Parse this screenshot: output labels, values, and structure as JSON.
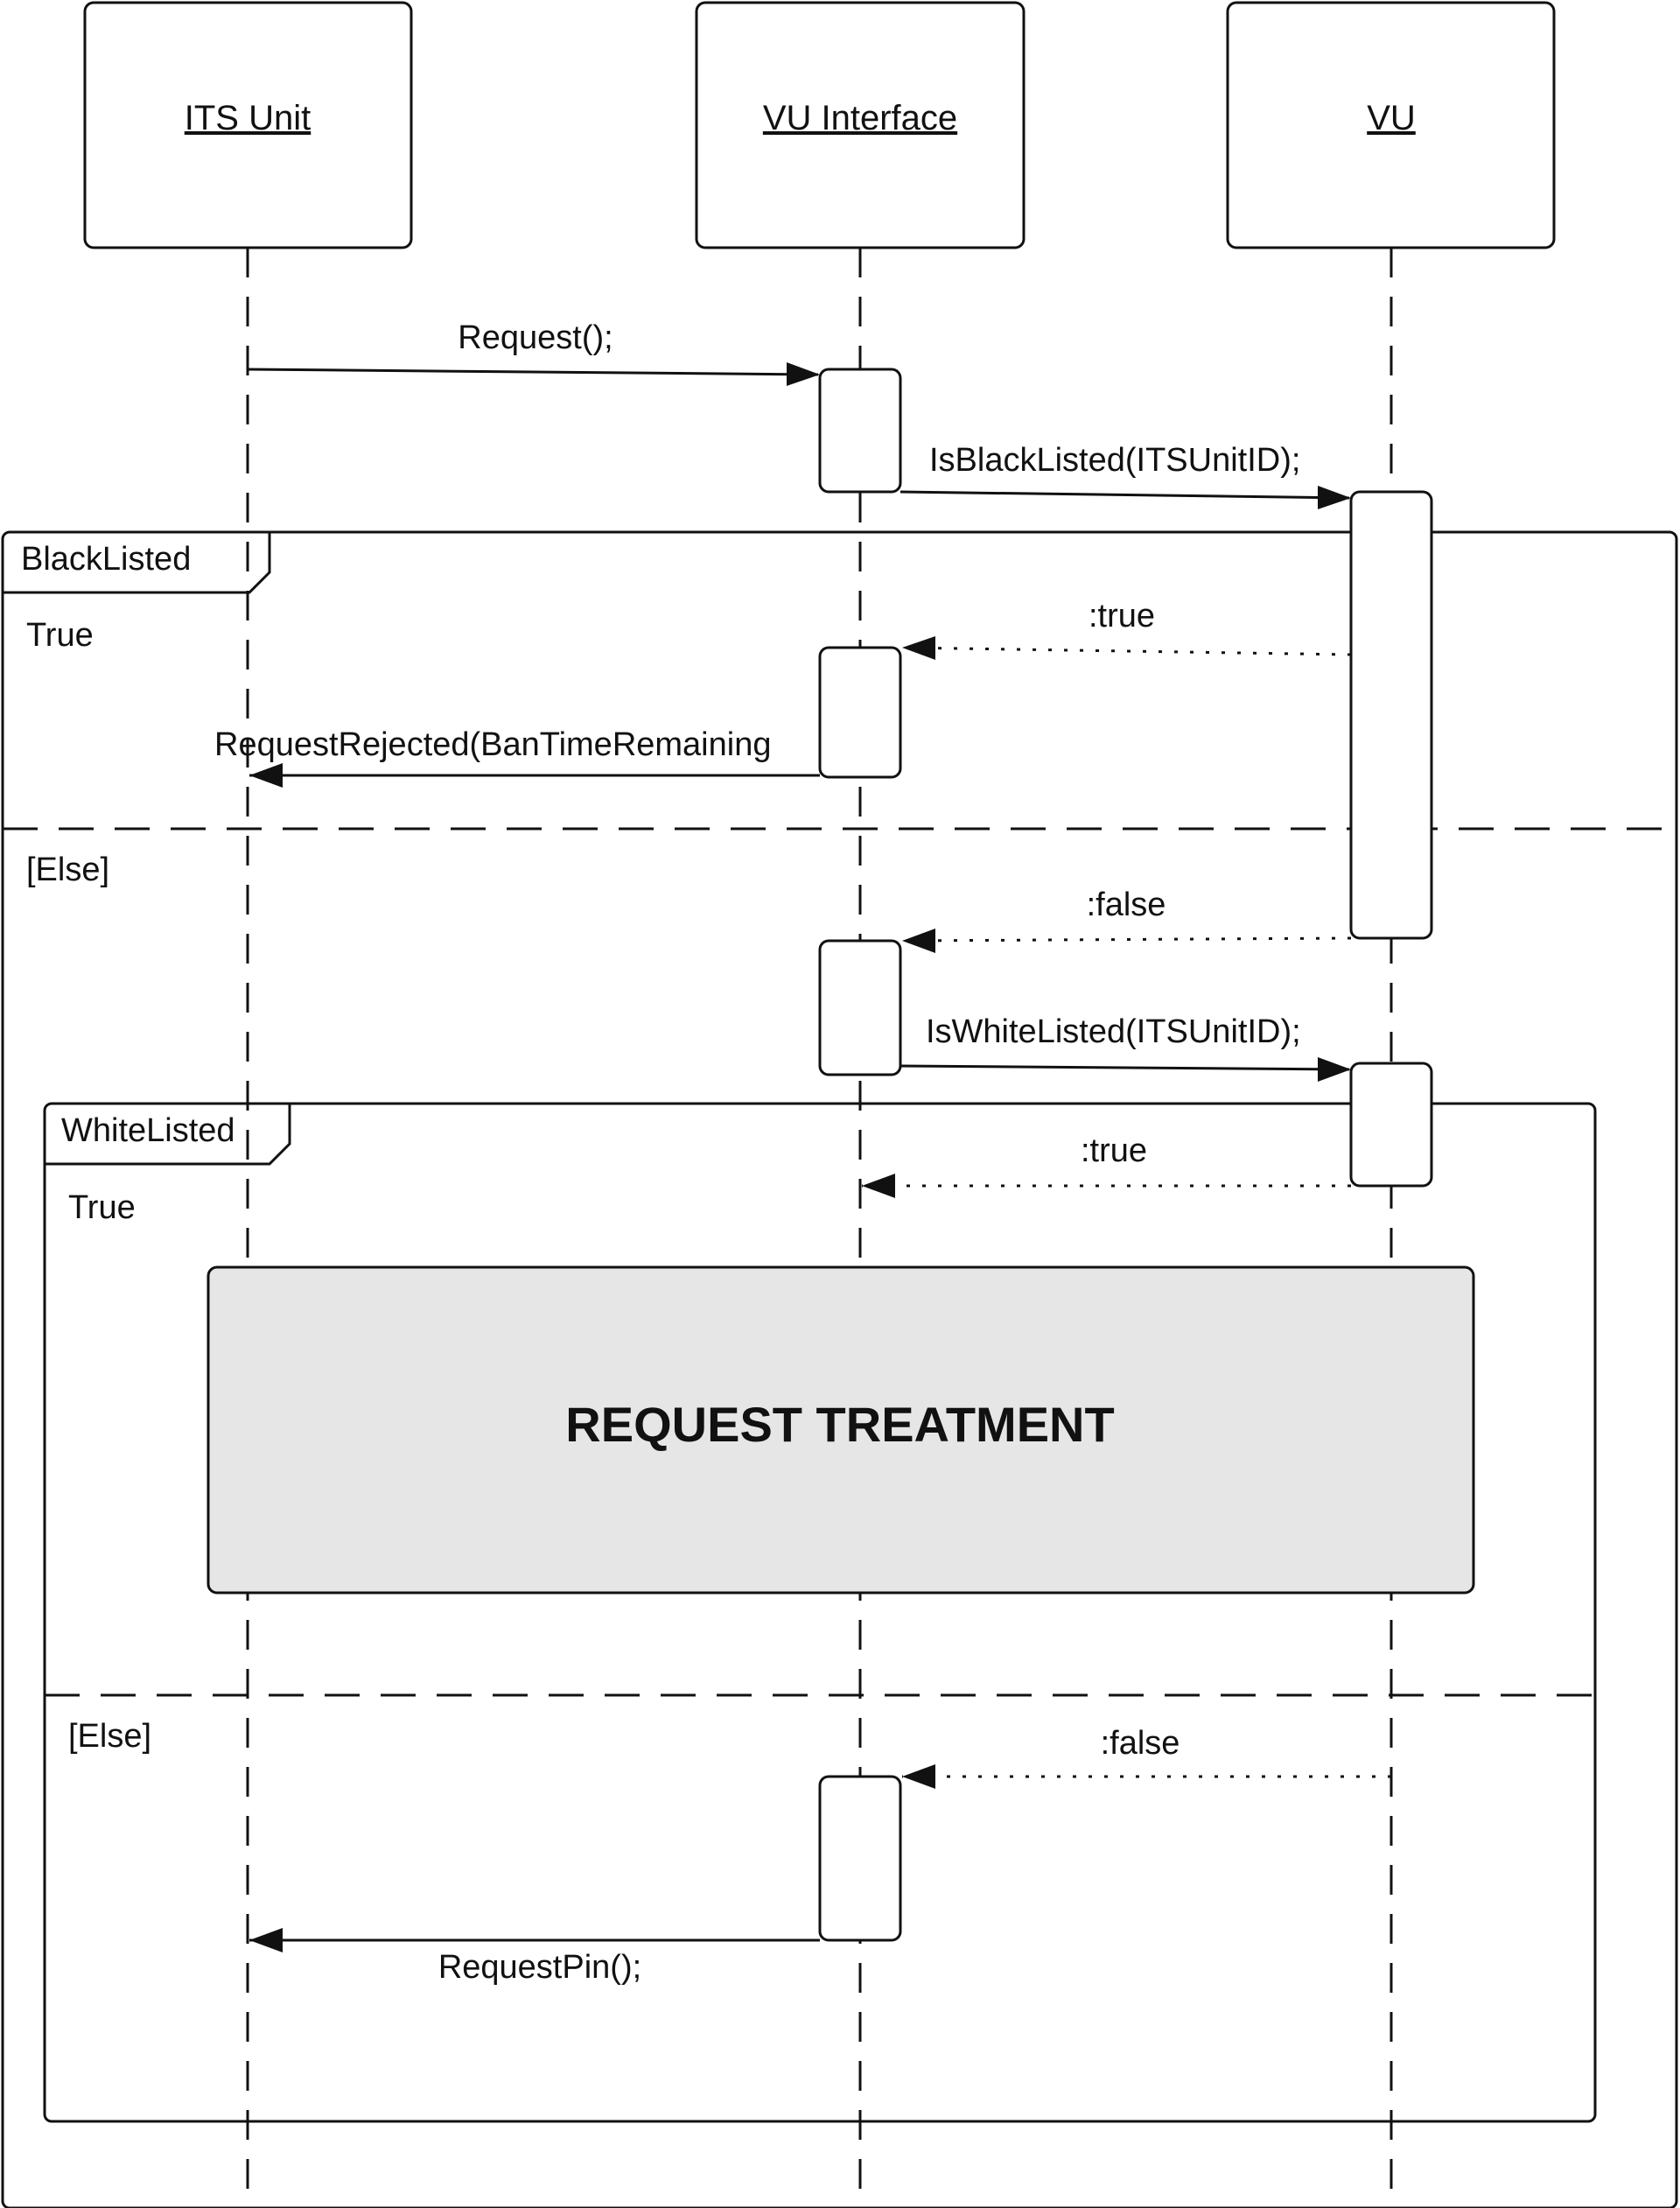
{
  "participants": [
    {
      "id": "its",
      "name": "ITS Unit"
    },
    {
      "id": "vui",
      "name": "VU Interface"
    },
    {
      "id": "vu",
      "name": "VU"
    }
  ],
  "messages": {
    "request": "Request();",
    "is_black_listed": "IsBlackListed(ITSUnitID);",
    "black_true": ":true",
    "request_rejected": "RequestRejected(BanTimeRemaining",
    "black_false": ":false",
    "is_white_listed": "IsWhiteListed(ITSUnitID);",
    "white_true": ":true",
    "white_false": ":false",
    "request_pin": "RequestPin();"
  },
  "fragments": {
    "outer": {
      "name": "BlackListed",
      "guard_true": "True",
      "guard_else": "[Else]"
    },
    "inner": {
      "name": "WhiteListed",
      "guard_true": "True",
      "guard_else": "[Else]"
    }
  },
  "treatment_box": {
    "label": "REQUEST TREATMENT",
    "fill": "#e6e6e6"
  },
  "colors": {
    "line": "#111111",
    "background": "#ffffff"
  }
}
